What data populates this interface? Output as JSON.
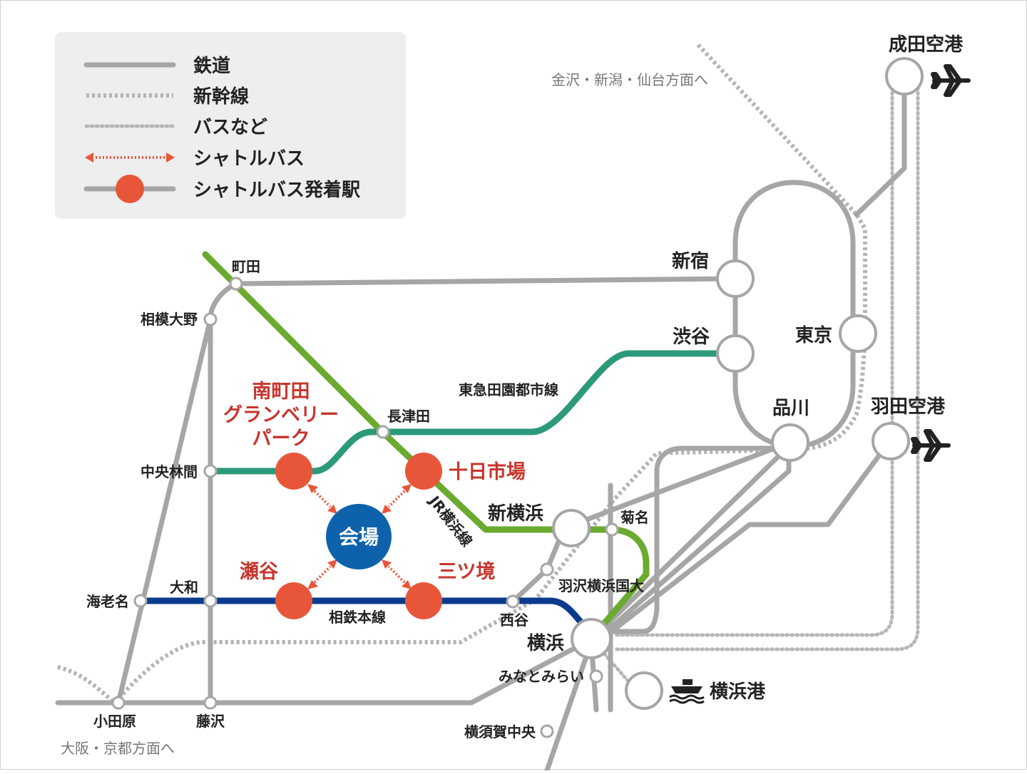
{
  "colors": {
    "rail": "#a6a6a6",
    "jr_yokohama_line": "#6aaa2f",
    "tokyu_den_en_toshi_line": "#2c9a7a",
    "sotetsu_main_line": "#0b3b8c",
    "shuttle": "#e8563a",
    "venue": "#0d62ab",
    "legend_bg": "#eeeeee"
  },
  "legend": {
    "rail": "鉄道",
    "shinkansen": "新幹線",
    "bus": "バスなど",
    "shuttle": "シャトルバス",
    "shuttle_station": "シャトルバス発着駅"
  },
  "venue": "会場",
  "shuttle_stations": {
    "minamimachida": [
      "南町田",
      "グランベリー",
      "パーク"
    ],
    "tokaichiba": "十日市場",
    "seya": "瀬谷",
    "mitsukyo": "三ツ境"
  },
  "stations": {
    "machida": "町田",
    "sagami_ono": "相模大野",
    "nagatsuta": "長津田",
    "chuo_rinkan": "中央林間",
    "ebina": "海老名",
    "yamato": "大和",
    "odawara": "小田原",
    "fujisawa": "藤沢",
    "shin_yokohama": "新横浜",
    "kikuna": "菊名",
    "hazawa": "羽沢横浜国大",
    "nishiya": "西谷",
    "yokohama": "横浜",
    "minatomirai": "みなとみらい",
    "yokosuka_chuo": "横須賀中央",
    "shinjuku": "新宿",
    "shibuya": "渋谷",
    "tokyo": "東京",
    "shinagawa": "品川",
    "narita": "成田空港",
    "haneda": "羽田空港",
    "yokohama_port": "横浜港"
  },
  "line_labels": {
    "tokyu": "東急田園都市線",
    "jr_yokohama": "JR横浜線",
    "sotetsu": "相鉄本線"
  },
  "direction_notes": {
    "north": "金沢・新潟・仙台方面へ",
    "west": "大阪・京都方面へ"
  },
  "icons": [
    "plane-icon",
    "plane-icon",
    "ship-icon"
  ]
}
